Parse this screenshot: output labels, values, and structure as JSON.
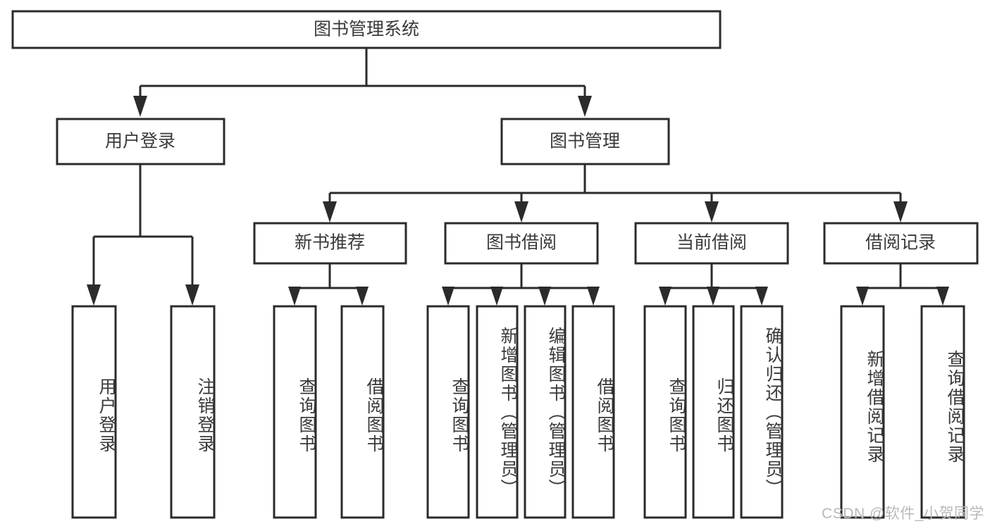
{
  "diagram": {
    "title": "图书管理系统",
    "type": "tree",
    "watermark": "CSDN @软件_小贺同学",
    "colors": {
      "box_stroke": "#2b2b2b",
      "box_fill": "#ffffff",
      "text": "#3a3a3a",
      "connector": "#2b2b2b",
      "watermark": "#b9b9b9",
      "background": "#ffffff"
    },
    "root": {
      "label": "图书管理系统"
    },
    "level2": [
      {
        "label": "用户登录"
      },
      {
        "label": "图书管理"
      }
    ],
    "level3": [
      {
        "label": "新书推荐"
      },
      {
        "label": "图书借阅"
      },
      {
        "label": "当前借阅"
      },
      {
        "label": "借阅记录"
      }
    ],
    "leaves": {
      "user_login": [
        {
          "label": "用户登录"
        },
        {
          "label": "注销登录"
        }
      ],
      "new_book": [
        {
          "label": "查询图书"
        },
        {
          "label": "借阅图书"
        }
      ],
      "book_borrow": [
        {
          "label": "查询图书"
        },
        {
          "label": "新增图书（管理员）"
        },
        {
          "label": "编辑图书（管理员）"
        },
        {
          "label": "借阅图书"
        }
      ],
      "current_borrow": [
        {
          "label": "查询图书"
        },
        {
          "label": "归还图书"
        },
        {
          "label": "确认归还（管理员）"
        }
      ],
      "borrow_record": [
        {
          "label": "新增借阅记录"
        },
        {
          "label": "查询借阅记录"
        }
      ]
    }
  }
}
